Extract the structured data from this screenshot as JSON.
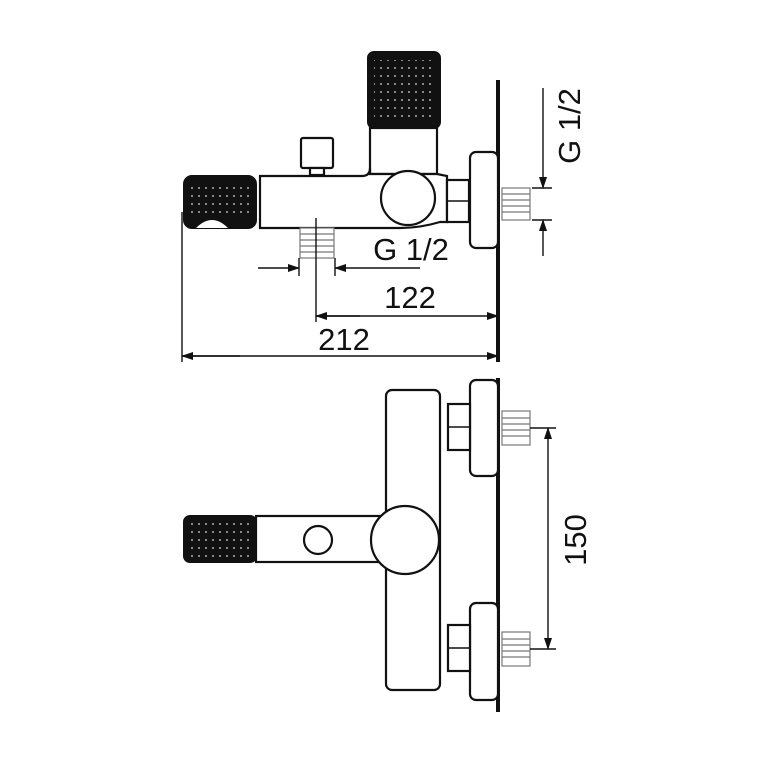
{
  "diagram": {
    "top_view": {
      "dim_inlet_thread": "G 1/2",
      "dim_outlet_thread": "G 1/2",
      "dim_outlet_distance": "122",
      "dim_total_length": "212"
    },
    "front_view": {
      "dim_inlet_spacing": "150"
    }
  }
}
